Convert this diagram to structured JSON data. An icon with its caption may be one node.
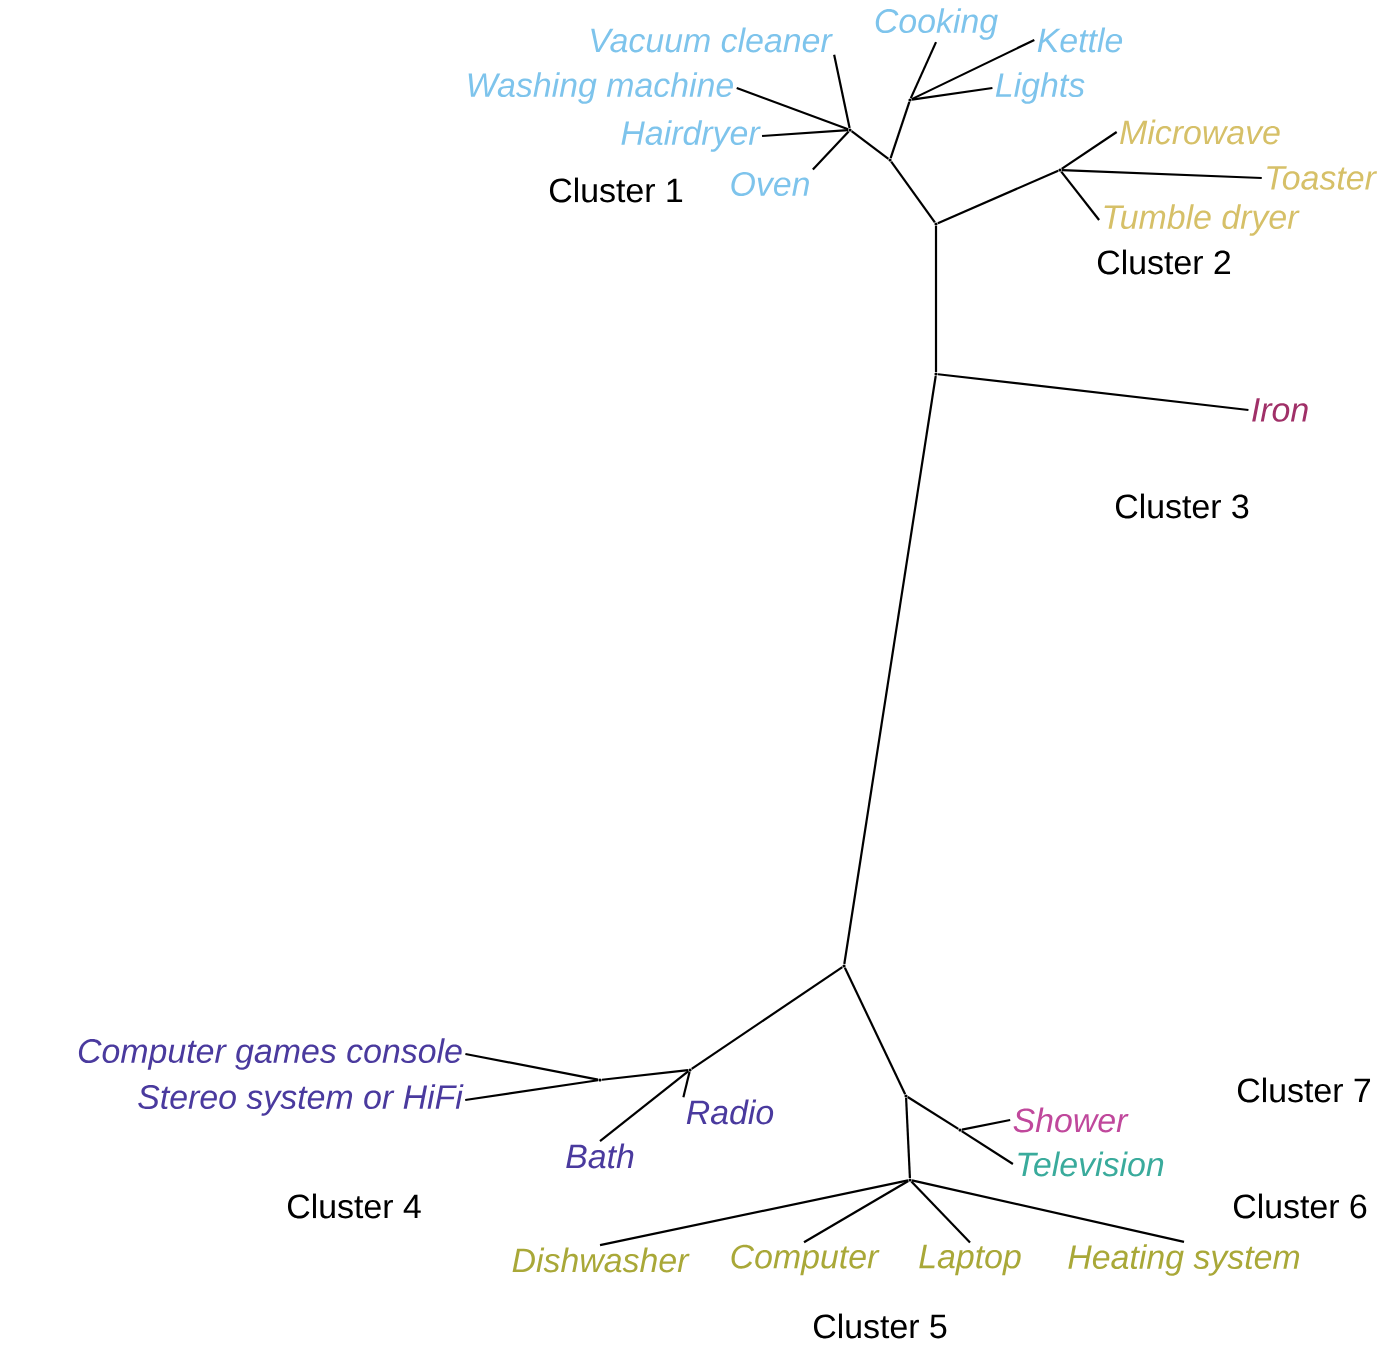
{
  "diagram": {
    "nodes": [
      {
        "text": [
          "Vacuum cleaner"
        ]
      },
      {
        "text": [
          "Washing machine"
        ]
      },
      {
        "text": [
          "Cooking"
        ]
      },
      {
        "text": [
          "Kettle"
        ]
      },
      {
        "text": [
          "Lights"
        ]
      },
      {
        "text": [
          "Hairdryer"
        ]
      },
      {
        "text": [
          "Oven"
        ]
      },
      {
        "text": [
          "Microwave"
        ]
      },
      {
        "text": [
          "Toaster"
        ]
      },
      {
        "text": [
          "Tumble dryer"
        ]
      },
      {
        "text": [
          "Iron"
        ]
      },
      {
        "text": [
          "Computer games console"
        ]
      },
      {
        "text": [
          "Stereo system or HiFi"
        ]
      },
      {
        "text": [
          "Radio"
        ]
      },
      {
        "text": [
          "Bath"
        ]
      },
      {
        "text": [
          "Shower"
        ]
      },
      {
        "text": [
          "Television"
        ]
      },
      {
        "text": [
          "Dishwasher"
        ]
      },
      {
        "text": [
          "Computer"
        ]
      },
      {
        "text": [
          "Laptop"
        ]
      },
      {
        "text": [
          "Heating system"
        ]
      },
      {
        "text": [],
        "shape": "point"
      },
      {
        "text": [],
        "shape": "point"
      },
      {
        "text": [],
        "shape": "point"
      },
      {
        "text": [],
        "shape": "point"
      },
      {
        "text": [],
        "shape": "point"
      },
      {
        "text": [],
        "shape": "point"
      },
      {
        "text": [],
        "shape": "point"
      },
      {
        "text": [],
        "shape": "point"
      },
      {
        "text": [],
        "shape": "point"
      },
      {
        "text": [],
        "shape": "point"
      },
      {
        "text": [],
        "shape": "point"
      },
      {
        "text": [],
        "shape": "point"
      }
    ],
    "edges": [
      {
        "from": 21,
        "to": 22,
        "arrow": "none"
      },
      {
        "from": 21,
        "to": 24,
        "arrow": "none"
      },
      {
        "from": 21,
        "to": 27,
        "arrow": "none"
      },
      {
        "from": 24,
        "to": 25,
        "arrow": "none"
      },
      {
        "from": 24,
        "to": 26,
        "arrow": "none"
      },
      {
        "from": 25,
        "to": 0,
        "arrow": "none"
      },
      {
        "from": 25,
        "to": 1,
        "arrow": "none"
      },
      {
        "from": 25,
        "to": 5,
        "arrow": "none"
      },
      {
        "from": 25,
        "to": 6,
        "arrow": "none"
      },
      {
        "from": 26,
        "to": 2,
        "arrow": "none"
      },
      {
        "from": 26,
        "to": 3,
        "arrow": "none"
      },
      {
        "from": 26,
        "to": 4,
        "arrow": "none"
      },
      {
        "from": 27,
        "to": 7,
        "arrow": "none"
      },
      {
        "from": 27,
        "to": 8,
        "arrow": "none"
      },
      {
        "from": 27,
        "to": 9,
        "arrow": "none"
      },
      {
        "from": 22,
        "to": 10,
        "arrow": "none"
      },
      {
        "from": 22,
        "to": 23,
        "arrow": "none"
      },
      {
        "from": 23,
        "to": 28,
        "arrow": "none"
      },
      {
        "from": 23,
        "to": 30,
        "arrow": "none"
      },
      {
        "from": 28,
        "to": 29,
        "arrow": "none"
      },
      {
        "from": 29,
        "to": 11,
        "arrow": "none"
      },
      {
        "from": 29,
        "to": 12,
        "arrow": "none"
      },
      {
        "from": 28,
        "to": 13,
        "arrow": "none"
      },
      {
        "from": 28,
        "to": 14,
        "arrow": "none"
      },
      {
        "from": 30,
        "to": 31,
        "arrow": "none"
      },
      {
        "from": 31,
        "to": 15,
        "arrow": "none"
      },
      {
        "from": 31,
        "to": 16,
        "arrow": "none"
      },
      {
        "from": 30,
        "to": 32,
        "arrow": "none"
      },
      {
        "from": 32,
        "to": 17,
        "arrow": "none"
      },
      {
        "from": 32,
        "to": 18,
        "arrow": "none"
      },
      {
        "from": 32,
        "to": 19,
        "arrow": "none"
      },
      {
        "from": 32,
        "to": 20,
        "arrow": "none"
      }
    ],
    "labels": [
      "Cluster 1",
      "Cluster 2",
      "Cluster 3",
      "Cluster 7",
      "Cluster 4",
      "Cluster 6",
      "Cluster 5"
    ]
  }
}
